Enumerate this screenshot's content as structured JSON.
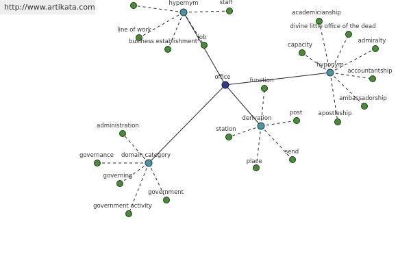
{
  "banner": {
    "url": "http://www.artikata.com"
  },
  "colors": {
    "leaf": "#4a8a3a",
    "relation": "#4e94a0",
    "center": "#2c3c8a",
    "edge": "#222222"
  },
  "graph": {
    "center": {
      "id": "office",
      "label": "office"
    },
    "relations": [
      {
        "id": "hypernym",
        "label": "hypernym"
      },
      {
        "id": "hyponym",
        "label": "hyponym"
      },
      {
        "id": "derivation",
        "label": "derivation"
      },
      {
        "id": "domain-category",
        "label": "domain category"
      }
    ],
    "leaves": [
      {
        "id": "h-top",
        "label": "",
        "parent": "hypernym"
      },
      {
        "id": "staff",
        "label": "staff",
        "parent": "hypernym"
      },
      {
        "id": "line-of-work",
        "label": "line of work",
        "parent": "hypernym"
      },
      {
        "id": "business-establishment",
        "label": "business establishment",
        "parent": "hypernym"
      },
      {
        "id": "job",
        "label": "job",
        "parent": "hypernym"
      },
      {
        "id": "academicianship",
        "label": "academicianship",
        "parent": "hyponym"
      },
      {
        "id": "divine-little-office",
        "label": "divine little office of the dead",
        "parent": "hyponym"
      },
      {
        "id": "capacity",
        "label": "capacity",
        "parent": "hyponym"
      },
      {
        "id": "admiralty",
        "label": "admiralty",
        "parent": "hyponym"
      },
      {
        "id": "accountantship",
        "label": "accountantship",
        "parent": "hyponym"
      },
      {
        "id": "ambassadorship",
        "label": "ambassadorship",
        "parent": "hyponym"
      },
      {
        "id": "apostleship",
        "label": "apostleship",
        "parent": "hyponym"
      },
      {
        "id": "function",
        "label": "function",
        "parent": "derivation"
      },
      {
        "id": "post",
        "label": "post",
        "parent": "derivation"
      },
      {
        "id": "station",
        "label": "station",
        "parent": "derivation"
      },
      {
        "id": "send",
        "label": "send",
        "parent": "derivation"
      },
      {
        "id": "place",
        "label": "place",
        "parent": "derivation"
      },
      {
        "id": "administration",
        "label": "administration",
        "parent": "domain-category"
      },
      {
        "id": "governance",
        "label": "governance",
        "parent": "domain-category"
      },
      {
        "id": "governing",
        "label": "governing",
        "parent": "domain-category"
      },
      {
        "id": "government",
        "label": "government",
        "parent": "domain-category"
      },
      {
        "id": "government-activity",
        "label": "government activity",
        "parent": "domain-category"
      }
    ]
  }
}
